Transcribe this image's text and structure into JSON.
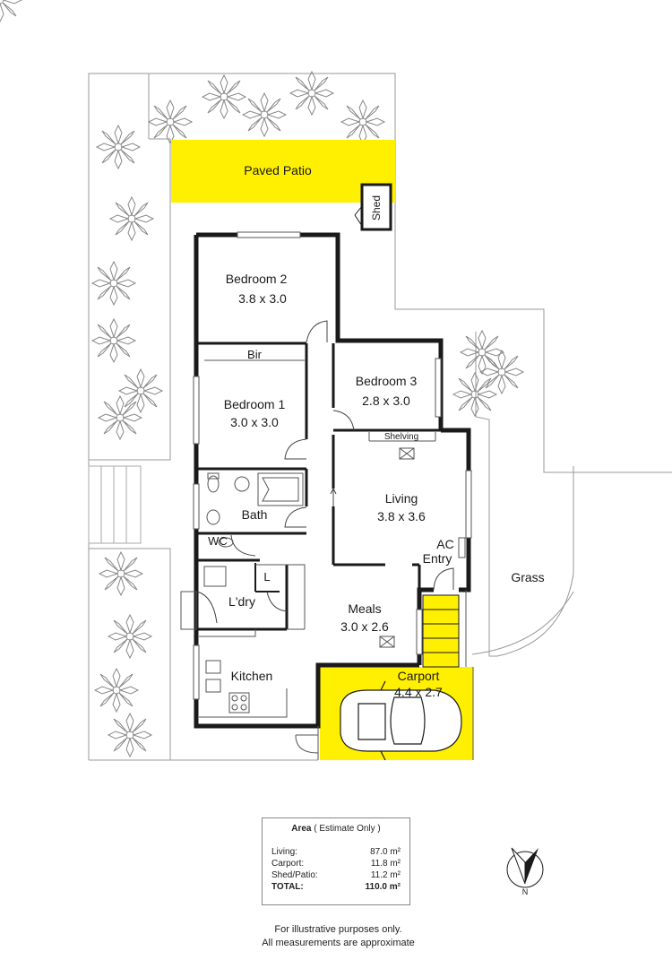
{
  "rooms": {
    "paved_patio": "Paved Patio",
    "shed": "Shed",
    "bedroom2": {
      "name": "Bedroom 2",
      "size": "3.8 x 3.0"
    },
    "bedroom1": {
      "name": "Bedroom 1",
      "size": "3.0 x 3.0"
    },
    "bedroom3": {
      "name": "Bedroom 3",
      "size": "2.8 x 3.0"
    },
    "bir": "Bir",
    "shelving": "Shelving",
    "living": {
      "name": "Living",
      "size": "3.8 x 3.6"
    },
    "bath": "Bath",
    "wc": "WC",
    "ldry": "L'dry",
    "linen": "L",
    "meals": {
      "name": "Meals",
      "size": "3.0 x 2.6"
    },
    "ac": "AC",
    "entry": "Entry",
    "kitchen": "Kitchen",
    "carport": {
      "name": "Carport",
      "size": "4.4 x 2.7"
    },
    "grass": "Grass"
  },
  "area_table": {
    "title_bold": "Area",
    "title_rest": "( Estimate Only )",
    "rows": [
      {
        "label": "Living:",
        "value": "87.0 m²"
      },
      {
        "label": "Carport:",
        "value": "11.8 m²"
      },
      {
        "label": "Shed/Patio:",
        "value": "11.2 m²"
      }
    ],
    "total": {
      "label": "TOTAL:",
      "value": "110.0 m²"
    }
  },
  "compass": {
    "north": "N"
  },
  "disclaimer": [
    "For illustrative purposes only.",
    "All measurements are approximate"
  ],
  "colors": {
    "highlight": "#ffef00",
    "wall": "#1a1a1a",
    "line": "#999999"
  }
}
